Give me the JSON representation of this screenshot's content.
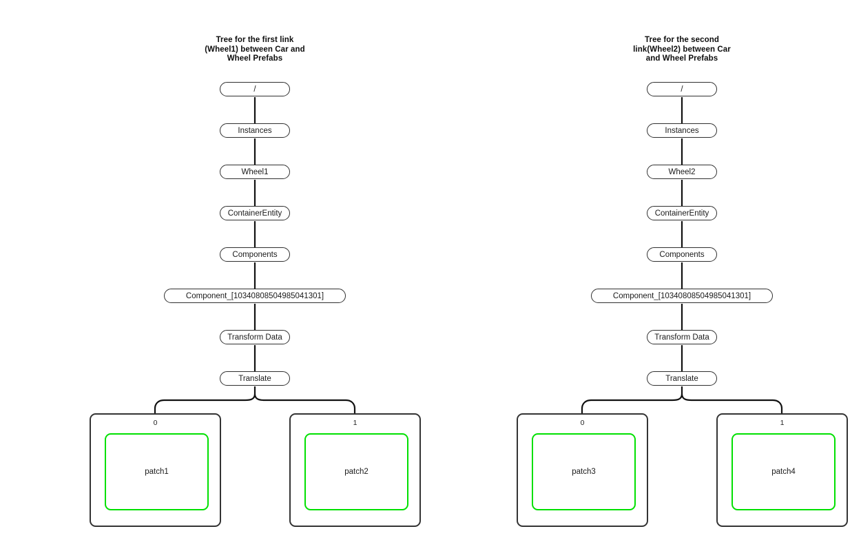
{
  "diagram": {
    "background": "#ffffff",
    "node_border_color": "#2f2f2f",
    "leaf_border_color": "#333333",
    "patch_border_color": "#00e000",
    "edge_color": "#111111"
  },
  "trees": [
    {
      "id": "tree-first-link",
      "title": "Tree for the first link\n(Wheel1) between Car and\nWheel Prefabs",
      "chain": [
        {
          "label": "/",
          "width": "std"
        },
        {
          "label": "Instances",
          "width": "std"
        },
        {
          "label": "Wheel1",
          "width": "std"
        },
        {
          "label": "ContainerEntity",
          "width": "std"
        },
        {
          "label": "Components",
          "width": "std"
        },
        {
          "label": "Component_[10340808504985041301]",
          "width": "wide"
        },
        {
          "label": "Transform Data",
          "width": "std"
        },
        {
          "label": "Translate",
          "width": "std"
        }
      ],
      "leaves": [
        {
          "index": "0",
          "patch": "patch1"
        },
        {
          "index": "1",
          "patch": "patch2"
        }
      ]
    },
    {
      "id": "tree-second-link",
      "title": "Tree for the second\nlink(Wheel2) between Car\nand Wheel Prefabs",
      "chain": [
        {
          "label": "/",
          "width": "std"
        },
        {
          "label": "Instances",
          "width": "std"
        },
        {
          "label": "Wheel2",
          "width": "std"
        },
        {
          "label": "ContainerEntity",
          "width": "std"
        },
        {
          "label": "Components",
          "width": "std"
        },
        {
          "label": "Component_[10340808504985041301]",
          "width": "wide"
        },
        {
          "label": "Transform Data",
          "width": "std"
        },
        {
          "label": "Translate",
          "width": "std"
        }
      ],
      "leaves": [
        {
          "index": "0",
          "patch": "patch3"
        },
        {
          "index": "1",
          "patch": "patch4"
        }
      ]
    }
  ]
}
